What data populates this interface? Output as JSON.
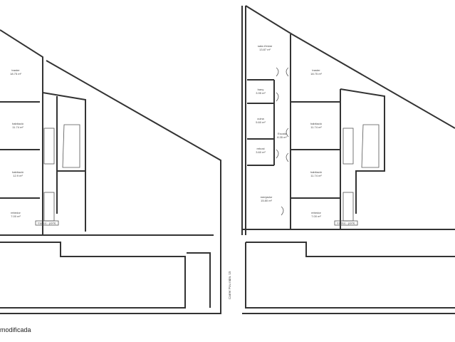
{
  "caption": "modificada",
  "street_label": "Carrer Pou núm. 15",
  "left_plan": {
    "rooms": [
      {
        "name": "traster",
        "area": "18.75 m²"
      },
      {
        "name": "habitació",
        "area": "11.74 m²"
      },
      {
        "name": "habitació",
        "area": "12.9 m²"
      },
      {
        "name": "rebedor",
        "area": "7.00 m²"
      }
    ],
    "tag": "trastos - pòrtic"
  },
  "right_plan": {
    "rooms": [
      {
        "name": "sala d'estar",
        "area": "13.87 m²"
      },
      {
        "name": "bany",
        "area": "3.95 m²"
      },
      {
        "name": "cuina",
        "area": "5.60 m²"
      },
      {
        "name": "rebost",
        "area": "3.60 m²"
      },
      {
        "name": "Escala",
        "area": "8.35 m²"
      },
      {
        "name": "menjador",
        "area": "15.80 m²"
      },
      {
        "name": "traster",
        "area": "18.75 m²"
      },
      {
        "name": "habitació",
        "area": "11.74 m²"
      },
      {
        "name": "habitació",
        "area": "11.74 m²"
      },
      {
        "name": "rebedor",
        "area": "7.00 m²"
      }
    ],
    "tag": "trastos - pòrtic"
  }
}
